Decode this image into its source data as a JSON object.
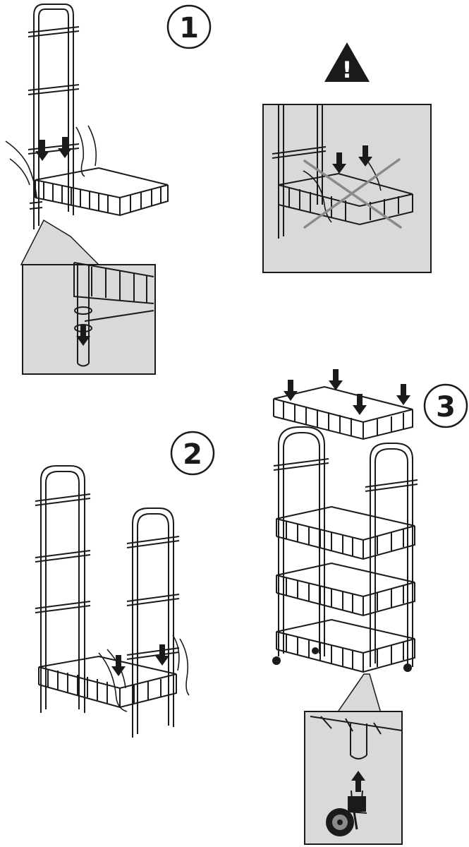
{
  "steps": [
    {
      "number": "1"
    },
    {
      "number": "2"
    },
    {
      "number": "3"
    }
  ],
  "warning": {
    "symbol": "!"
  },
  "colors": {
    "line": "#1a1a1a",
    "panel": "#d9d9d9",
    "rack": "#bdbdbd",
    "cross": "#8a8a8a"
  },
  "icons": [
    "warning-triangle-icon",
    "down-arrow-icon",
    "up-arrow-icon",
    "hand-icon",
    "caster-wheel-icon"
  ]
}
